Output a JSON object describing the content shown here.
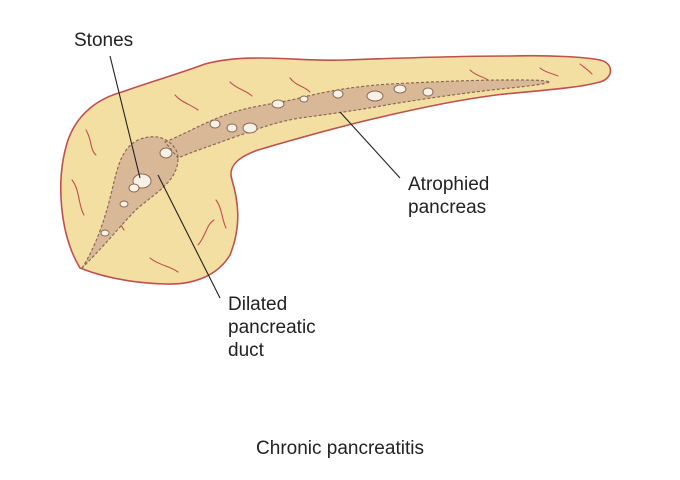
{
  "labels": {
    "stones": "Stones",
    "atrophied_line1": "Atrophied",
    "atrophied_line2": "pancreas",
    "duct_line1": "Dilated",
    "duct_line2": "pancreatic",
    "duct_line3": "duct"
  },
  "caption": "Chronic pancreatitis",
  "colors": {
    "tissue_fill": "#f3dfa2",
    "tissue_outline": "#c0504d",
    "duct_fill": "#d9b898",
    "duct_outline": "#8a6a55",
    "stone_fill": "#f8f1e6",
    "leader_line": "#222222"
  }
}
